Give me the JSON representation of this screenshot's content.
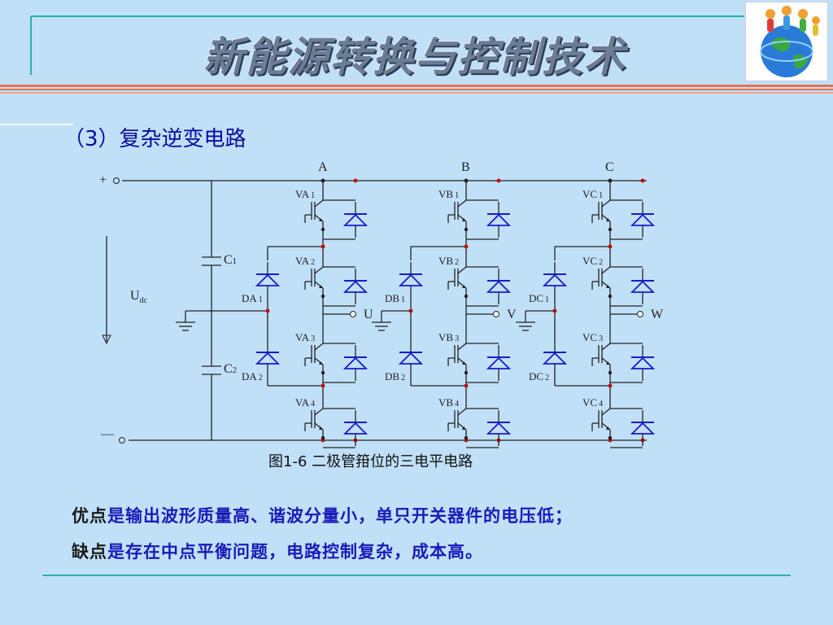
{
  "title": "新能源转换与控制技术",
  "section_heading": "（3）复杂逆变电路",
  "figure_caption": "图1-6 二极管箝位的三电平电路",
  "circuit": {
    "phase_labels": [
      "A",
      "B",
      "C"
    ],
    "output_labels": [
      "U",
      "V",
      "W"
    ],
    "switches": {
      "A": [
        "VA1",
        "VA2",
        "VA3",
        "VA4"
      ],
      "B": [
        "VB1",
        "VB2",
        "VB3",
        "VB4"
      ],
      "C": [
        "VC1",
        "VC2",
        "VC3",
        "VC4"
      ]
    },
    "clamp_diodes": {
      "A": [
        "DA1",
        "DA2"
      ],
      "B": [
        "DB1",
        "DB2"
      ],
      "C": [
        "DC1",
        "DC2"
      ]
    },
    "capacitors": [
      "C1",
      "C2"
    ],
    "dc_voltage": "Udc",
    "plus": "+",
    "minus": "—"
  },
  "pros": {
    "label": "优点",
    "text": "是输出波形质量高、谐波分量小，单只开关器件的电压低；"
  },
  "cons": {
    "label": "缺点",
    "text": "是存在中点平衡问题，电路控制复杂，成本高。"
  },
  "colors": {
    "background": "#c0e0f8",
    "accent_line": "#e8704a",
    "diode": "#1a1ad0",
    "teal_line": "#2ab0a8"
  },
  "icons": {
    "logo": "globe-people-logo"
  }
}
